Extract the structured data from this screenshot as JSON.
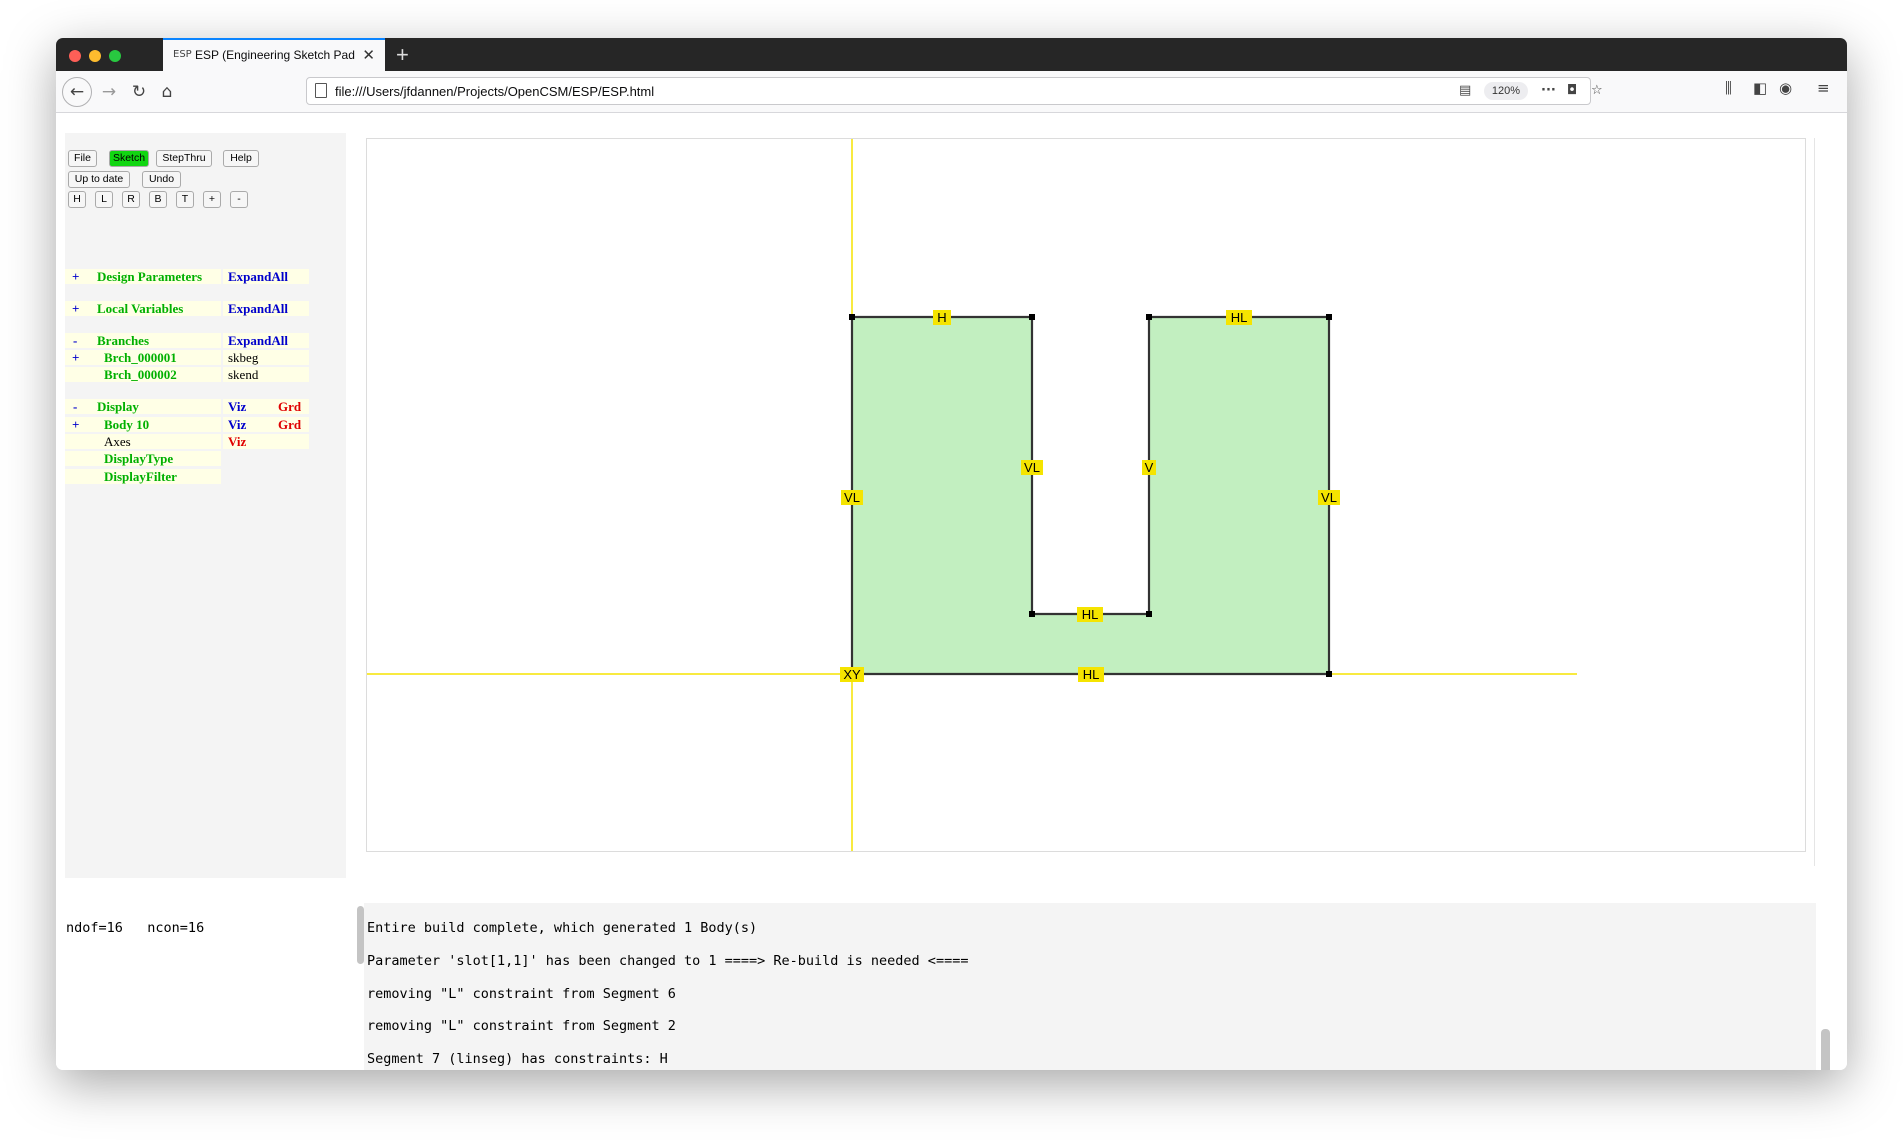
{
  "browser": {
    "tab_icon": "ESP",
    "tab_title": "ESP (Engineering Sketch Pad, \\",
    "url": "file:///Users/jfdannen/Projects/OpenCSM/ESP/ESP.html",
    "zoom": "120%"
  },
  "toolbar": {
    "file": "File",
    "sketch": "Sketch",
    "stepthru": "StepThru",
    "help": "Help",
    "uptodate": "Up to date",
    "undo": "Undo",
    "view": {
      "h": "H",
      "l": "L",
      "r": "R",
      "b": "B",
      "t": "T",
      "plus": "+",
      "minus": "-"
    }
  },
  "tree": {
    "design_params": {
      "toggle": "+",
      "label": "Design Parameters",
      "action": "ExpandAll"
    },
    "local_vars": {
      "toggle": "+",
      "label": "Local Variables",
      "action": "ExpandAll"
    },
    "branches": {
      "toggle": "-",
      "label": "Branches",
      "action": "ExpandAll"
    },
    "brch1": {
      "toggle": "+",
      "label": "Brch_000001",
      "value": "skbeg"
    },
    "brch2": {
      "label": "Brch_000002",
      "value": "skend"
    },
    "display": {
      "toggle": "-",
      "label": "Display",
      "viz": "Viz",
      "grd": "Grd"
    },
    "body10": {
      "toggle": "+",
      "label": "Body 10",
      "viz": "Viz",
      "grd": "Grd"
    },
    "axes": {
      "label": "Axes",
      "viz": "Viz"
    },
    "displaytype": {
      "label": "DisplayType"
    },
    "displayfilter": {
      "label": "DisplayFilter"
    }
  },
  "sketch": {
    "labels": {
      "top_left": "H",
      "top_right": "HL",
      "left_outer": "VL",
      "left_inner": "VL",
      "right_inner": "V",
      "right_outer": "VL",
      "slot_bottom": "HL",
      "bottom": "HL",
      "origin": "XY"
    },
    "fill_color": "#c2efc0",
    "axis_color": "#f5e400",
    "label_bg": "#f5e400"
  },
  "status": {
    "ndof": "ndof=16",
    "ncon": "ncon=16"
  },
  "messages": [
    "Entire build complete, which generated 1 Body(s)",
    "Parameter 'slot[1,1]' has been changed to 1 ====> Re-build is needed <====",
    "removing \"L\" constraint from Segment 6",
    "removing \"L\" constraint from Segment 2",
    "Segment 7 (linseg) has constraints: H"
  ]
}
